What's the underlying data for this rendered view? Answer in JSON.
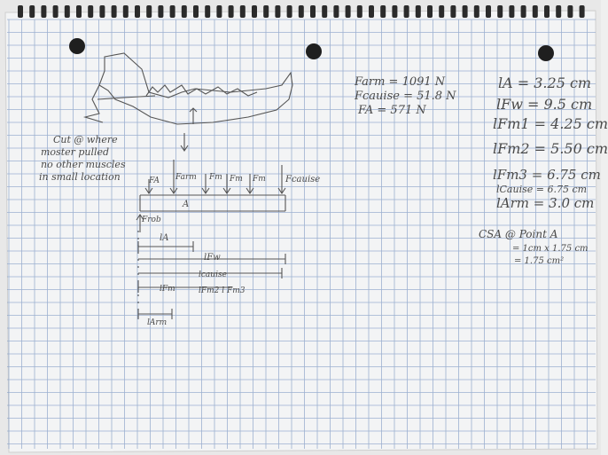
{
  "page": {
    "lined_color": "#7f9ac4",
    "paper_color": "#f3f4f5",
    "ink_color": "#4a4a4a"
  },
  "forces": {
    "f_arm": "Farm = 1091 N",
    "f_cauise": "Fcauise = 51.8 N",
    "f_a": "FA = 571 N"
  },
  "lengths": {
    "l_a": "lA = 3.25 cm",
    "l_fw": "lFw = 9.5 cm",
    "l_fm1": "lFm1 = 4.25 cm",
    "l_fm2": "lFm2 = 5.50 cm",
    "l_fm3": "lFm3 = 6.75 cm",
    "l_cauise": "lCauise = 6.75 cm",
    "l_arm": "lArm = 3.0 cm"
  },
  "csa": {
    "title": "CSA @ Point A",
    "line1": "= 1cm x 1.75 cm",
    "line2": "= 1.75 cm²"
  },
  "side_note": {
    "line1": "Cut @ where",
    "line2": "moster pulled",
    "line3": "no other muscles",
    "line4": "in small location"
  },
  "diagram_labels": {
    "f_arm": "Farm",
    "f_m1": "Fm",
    "f_m2": "Fm",
    "f_m3": "Fm",
    "f_cauise": "Fcauise",
    "point_a": "A",
    "f_a_left": "FA",
    "f_rob": "Frob",
    "l_a": "lA",
    "l_fw": "lFw",
    "l_cauise": "lcauise",
    "l_fm": "lFm",
    "l_fm23": "lFm2 l Fm3",
    "l_arm": "lArm"
  }
}
